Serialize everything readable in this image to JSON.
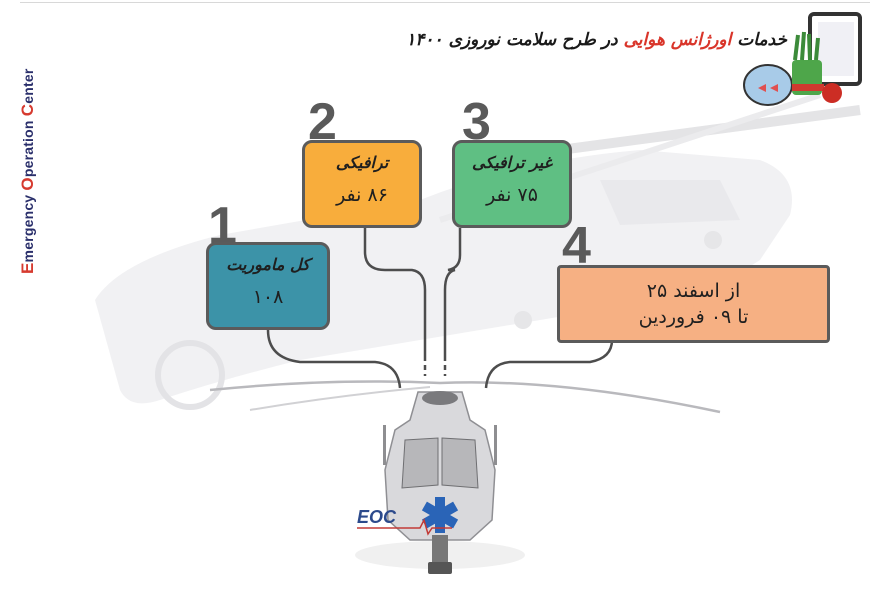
{
  "header": {
    "title_part1": "خدمات",
    "title_accent": "اورژانس هوایی",
    "title_part2": "در طرح سلامت نوروزی ۱۴۰۰",
    "accent_color": "#d9352a"
  },
  "side_label": {
    "e_cap": "E",
    "e_rest": "mergency",
    "o_cap": "O",
    "o_rest": "peration",
    "c_cap": "C",
    "c_rest": "enter",
    "cap_color": "#d63a2f",
    "text_color": "#2a2f6b"
  },
  "cards": [
    {
      "number": "1",
      "heading": "کل ماموریت",
      "value": "۱۰۸",
      "color": "#3c93a8"
    },
    {
      "number": "2",
      "heading": "ترافیکی",
      "value": "۸۶ نفر",
      "color": "#f8ad3c"
    },
    {
      "number": "3",
      "heading": "غیر ترافیکی",
      "value": "۷۵ نفر",
      "color": "#5fbf83"
    },
    {
      "number": "4",
      "line1": "از  اسفند ۲۵",
      "line2": "تا ۰۹ فروردین",
      "color": "#f6b083"
    }
  ],
  "logo": {
    "text": "EOC"
  },
  "icons": {
    "nowruz": "nowruz-decoration-icon",
    "star_of_life": "star-of-life-icon"
  }
}
